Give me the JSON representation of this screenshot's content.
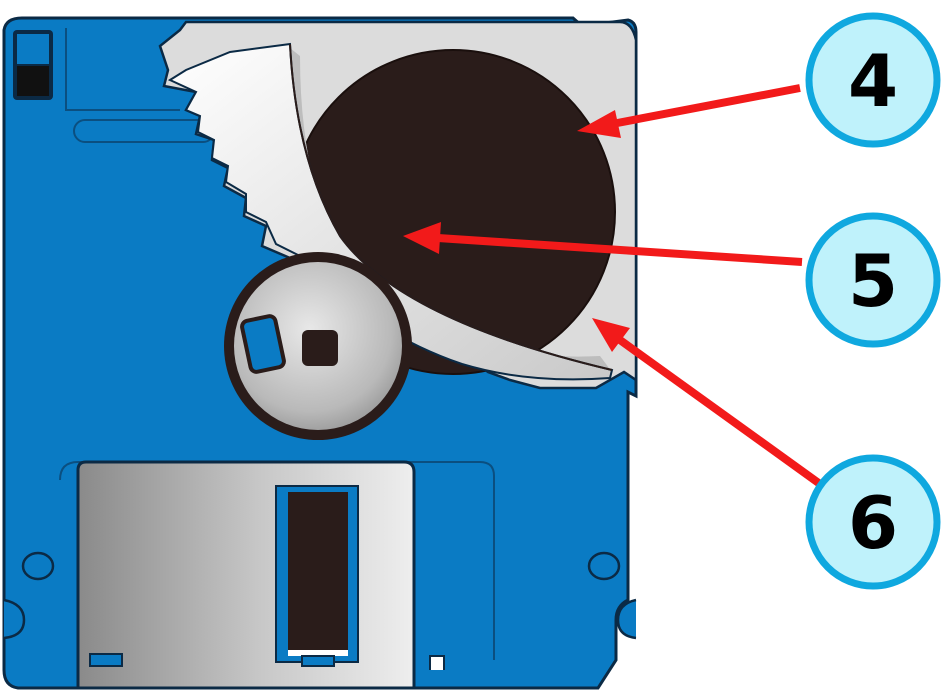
{
  "colors": {
    "disk_blue": "#0a7bc4",
    "disk_outline": "#0b2a45",
    "media_dark": "#2a1c1a",
    "shutter_metal": "#b9b9b9",
    "arrow_red": "#f21a1a",
    "callout_fill": "#bff2fb",
    "callout_ring": "#0fa8df",
    "background": "#ffffff"
  },
  "callouts": [
    {
      "id": "callout-4",
      "label": "4"
    },
    {
      "id": "callout-5",
      "label": "5"
    },
    {
      "id": "callout-6",
      "label": "6"
    }
  ]
}
